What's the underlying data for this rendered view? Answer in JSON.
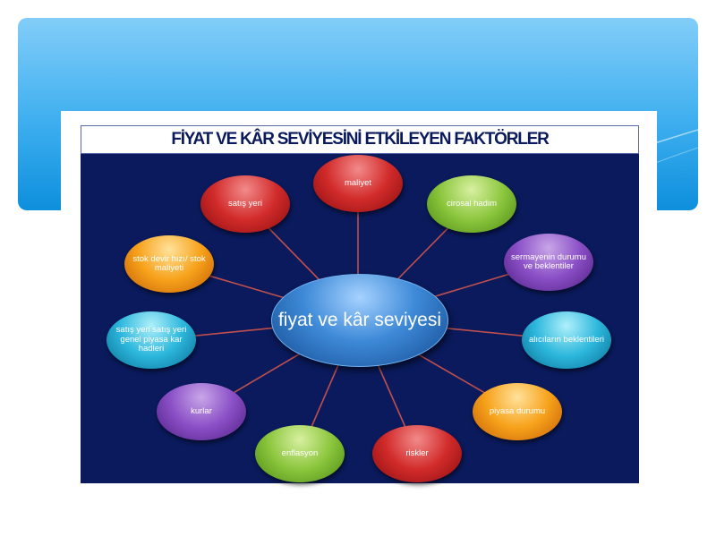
{
  "diagram": {
    "title": "FİYAT VE KÂR SEVİYESİNİ ETKİLEYEN FAKTÖRLER",
    "center": "fiyat ve kâr seviyesi",
    "nodes": [
      {
        "label": "maliyet",
        "color": "red"
      },
      {
        "label": "cirosal hadim",
        "color": "green"
      },
      {
        "label": "sermayenin durumu ve beklentiler",
        "color": "purple"
      },
      {
        "label": "alıcıların beklentileri",
        "color": "cyan"
      },
      {
        "label": "piyasa durumu",
        "color": "orange"
      },
      {
        "label": "riskler",
        "color": "red"
      },
      {
        "label": "enflasyon",
        "color": "green"
      },
      {
        "label": "kurlar",
        "color": "purple"
      },
      {
        "label": "satış yeri satış yeri genel piyasa kar hadleri",
        "color": "cyan"
      },
      {
        "label": "stok devir hızı/ stok maliyeti",
        "color": "orange"
      },
      {
        "label": "satış yeri",
        "color": "red"
      }
    ]
  }
}
